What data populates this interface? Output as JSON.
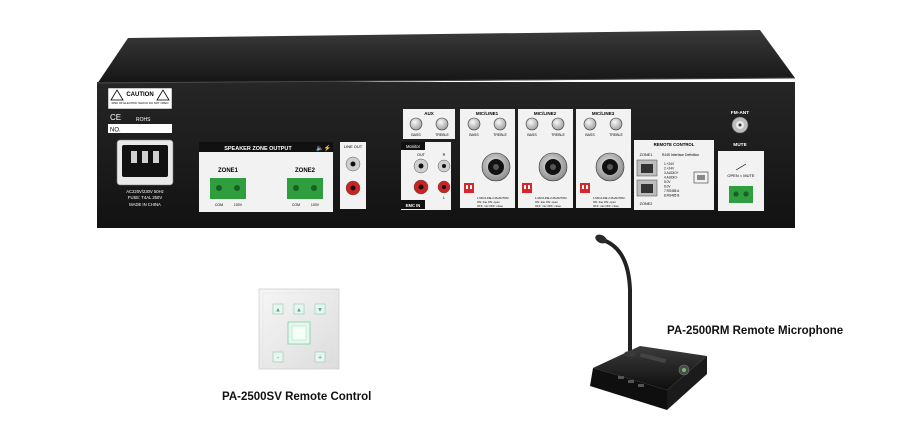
{
  "amplifier": {
    "caution_label": "CAUTION",
    "risk_label": "RISK OF ELECTRIC SHOCK DO NOT OPEN",
    "no_label": "NO.",
    "ce_mark": "CE",
    "rohs_mark": "ROHS",
    "power_text_1": "AC220V/230V 50Hz",
    "power_text_2": "FUSE: T4AL 250V",
    "made_in": "MADE IN CHINA",
    "speaker_zone_title": "SPEAKER ZONE OUTPUT",
    "zone1_label": "ZONE1",
    "zone2_label": "ZONE2",
    "com_label": "COM",
    "v100_label": "100V",
    "line_out_label": "LINE OUT",
    "monitor_label": "Monitor",
    "out_label": "OUT",
    "r_label": "R",
    "l_label": "L",
    "emc_in_label": "EMC IN",
    "aux_label": "AUX",
    "bass_label": "BASS",
    "treble_label": "TREBLE",
    "mic1_label": "MIC/LINE1",
    "mic2_label": "MIC/LINE2",
    "mic3_label": "MIC/LINE3",
    "phantom_label": "1.MIC/LINE  2.PHANTOM",
    "onoff_label": "ON: line   ON: open",
    "offmic_label": "OFF: mic   OFF: close",
    "remote_control_label": "REMOTE CONTROL",
    "rc_zone1": "ZONE1",
    "rc_zone2": "ZONE2",
    "rj45_title": "RJ45 Interface Definition",
    "rj45_pins": [
      "1.+24V",
      "2.+24V",
      "3.AUDIO+",
      "4.AUDIO-",
      "5.0V",
      "6.0V",
      "7.RS485 A",
      "8.RS485 B"
    ],
    "fm_ant_label": "FM-ANT",
    "mute_label": "MUTE",
    "open_mute_label": "OPEN = MUTE"
  },
  "products": {
    "remote_control_caption": "PA-2500SV Remote Control",
    "remote_mic_caption": "PA-2500RM Remote Microphone"
  },
  "colors": {
    "chassis": "#1f1f1f",
    "panel_top": "#2b2b2b",
    "silver": "#ececec",
    "terminal_green": "#2e9e3e",
    "rca_red": "#cc2222",
    "switch_red": "#d8262b"
  }
}
